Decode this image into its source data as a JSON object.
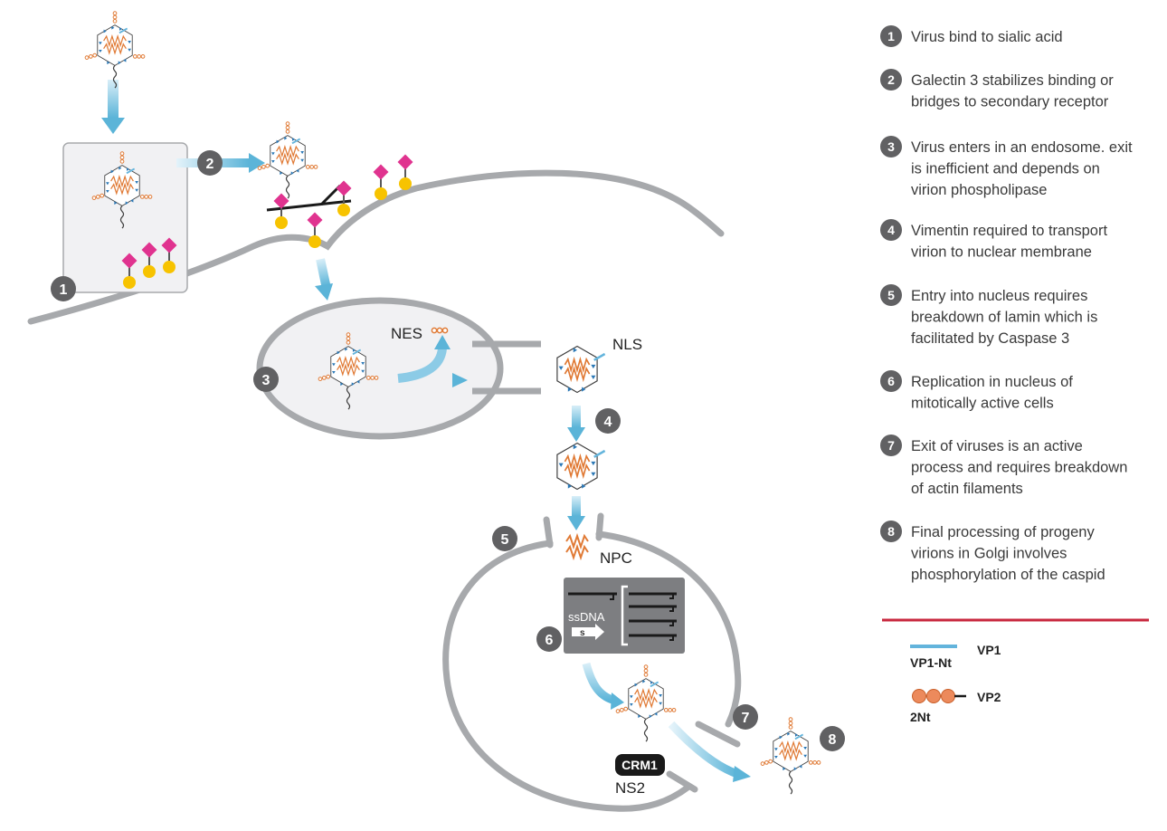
{
  "labels": {
    "nes": "NES",
    "nls": "NLS",
    "npc": "NPC",
    "ssdna": "ssDNA",
    "ssdna_arrow": "s",
    "crm1": "CRM1",
    "ns2": "NS2"
  },
  "steps": [
    {
      "num": "1",
      "text": [
        "Virus bind to sialic acid"
      ]
    },
    {
      "num": "2",
      "text": [
        "Galectin 3 stabilizes binding or",
        "bridges to secondary receptor"
      ]
    },
    {
      "num": "3",
      "text": [
        "Virus enters in an endosome. exit",
        "is inefficient and depends on",
        "virion phospholipase"
      ]
    },
    {
      "num": "4",
      "text": [
        "Vimentin required to transport",
        "virion to nuclear membrane"
      ]
    },
    {
      "num": "5",
      "text": [
        "Entry into nucleus requires",
        "breakdown of lamin which is",
        "facilitated by Caspase 3"
      ]
    },
    {
      "num": "6",
      "text": [
        "Replication in nucleus of",
        "mitotically active cells"
      ]
    },
    {
      "num": "7",
      "text": [
        "Exit of viruses is an active",
        "process and requires breakdown",
        "of actin filaments"
      ]
    },
    {
      "num": "8",
      "text": [
        "Final processing of progeny",
        "virions in Golgi involves",
        "phosphorylation of the caspid"
      ]
    }
  ],
  "key": {
    "vp1_nt": "VP1-Nt",
    "vp1": "VP1",
    "vp2_nt": "2Nt",
    "vp2": "VP2"
  },
  "colors": {
    "membrane": "#a7a9ac",
    "arrow": "#5bb4d8",
    "badge": "#616163",
    "capsid_blue": "#2b78b6",
    "vp1_light": "#63b4dc",
    "genome": "#e07a35",
    "vp2_bead": "#ec8a5c",
    "receptor_pink": "#e0338f",
    "receptor_yellow": "#f7c300",
    "divider": "#c8273e"
  }
}
